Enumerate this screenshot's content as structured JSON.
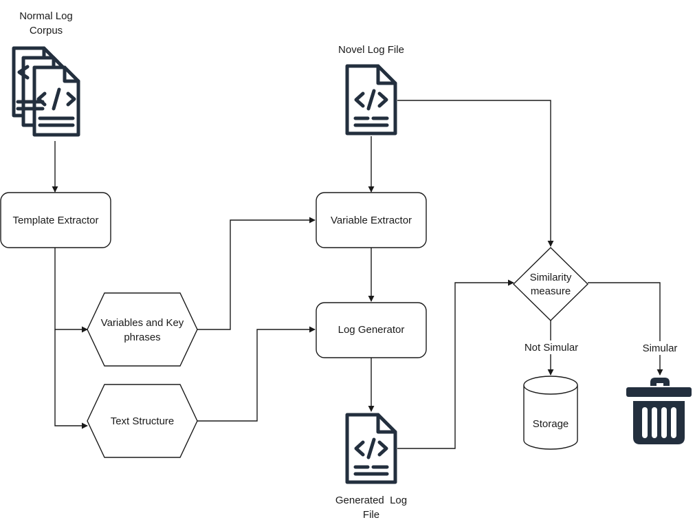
{
  "nodes": {
    "corpus": {
      "label_line1": "Normal Log",
      "label_line2": "Corpus",
      "icon": "stacked-code-files-icon"
    },
    "novel_file": {
      "label": "Novel Log File",
      "icon": "code-file-icon"
    },
    "template_extractor": {
      "label": "Template Extractor"
    },
    "variable_extractor": {
      "label": "Variable Extractor"
    },
    "variables_key_phrases": {
      "label_line1": "Variables and Key",
      "label_line2": "phrases"
    },
    "text_structure": {
      "label": "Text Structure"
    },
    "log_generator": {
      "label": "Log Generator"
    },
    "generated_file": {
      "label_line1": "Generated  Log",
      "label_line2": "File",
      "icon": "code-file-icon"
    },
    "similarity": {
      "label_line1": "Similarity",
      "label_line2": "measure"
    },
    "storage": {
      "label": "Storage",
      "icon": "database-cylinder-icon"
    },
    "trash": {
      "icon": "trash-can-icon"
    }
  },
  "edges": {
    "not_similar_label": "Not Simular",
    "similar_label": "Simular"
  }
}
